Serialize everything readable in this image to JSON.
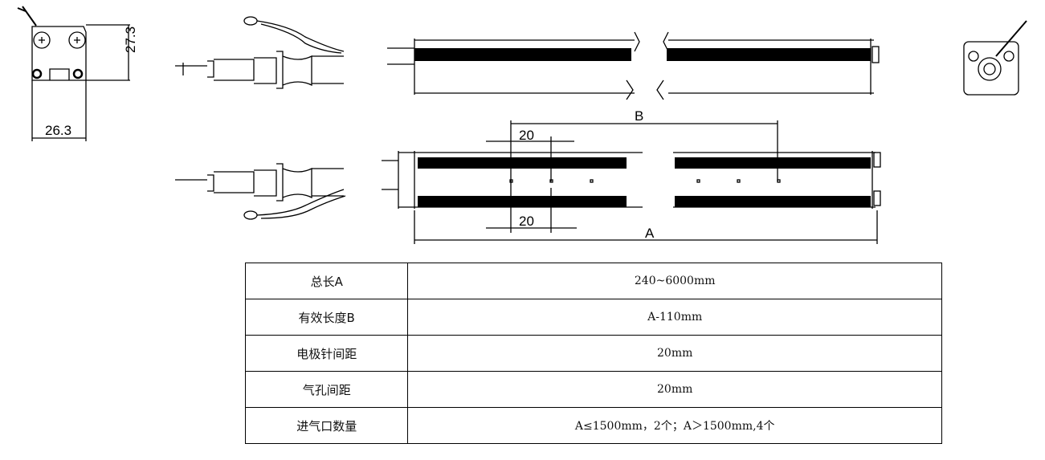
{
  "dimensions": {
    "height_end": "27.3",
    "width_end": "26.3",
    "pin_spacing": "20",
    "hole_spacing": "20",
    "effective_length_label": "B",
    "total_length_label": "A"
  },
  "spec_table": {
    "rows": [
      {
        "label": "总长A",
        "value": "240~6000mm"
      },
      {
        "label": "有效长度B",
        "value": "A-110mm"
      },
      {
        "label": "电极针间距",
        "value": "20mm"
      },
      {
        "label": "气孔间距",
        "value": "20mm"
      },
      {
        "label": "进气口数量",
        "value": "A≤1500mm，2个；A＞1500mm,4个"
      }
    ]
  }
}
